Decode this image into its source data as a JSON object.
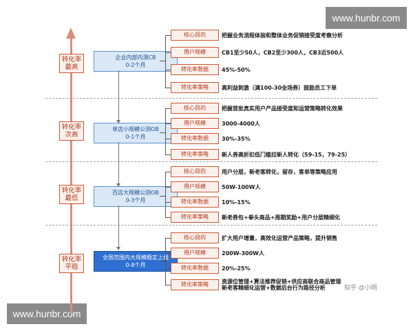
{
  "watermarks": {
    "top": "www.hunbr.com",
    "bottom": "www.hunbr.com"
  },
  "credit": "知乎 @小明",
  "stages": [
    {
      "rate_label": "转化率\n最高",
      "stage_title": "企业内部内测CB",
      "stage_duration": "0-2个月",
      "items": [
        {
          "label": "核心目的",
          "text": "把握业务流程体验和整体业务促销接受度考察分析"
        },
        {
          "label": "用户规模",
          "text": "CB1至少50人，CB2至少300人，CB3近500人"
        },
        {
          "label": "转化率数据",
          "text": "45%-50%"
        },
        {
          "label": "转化率策略",
          "text": "高利益刺激（满100-30全场券）鼓励员工下单"
        }
      ]
    },
    {
      "rate_label": "转化率\n次高",
      "stage_title": "单店小规模公测OB",
      "stage_duration": "0-1个月",
      "items": [
        {
          "label": "核心目的",
          "text": "把握首批真实用户产品接受度和运营策略转化效果"
        },
        {
          "label": "用户规模",
          "text": "3000-4000人"
        },
        {
          "label": "转化率数据",
          "text": "30%-35%"
        },
        {
          "label": "转化率策略",
          "text": "新人券高折扣低门槛拉新人转化（59-15，79-25）"
        }
      ]
    },
    {
      "rate_label": "转化率\n最低",
      "stage_title": "百店大规模公测OB",
      "stage_duration": "0-3个月",
      "items": [
        {
          "label": "核心目的",
          "text": "用户分层，新老客转化，留存，客单等策略应用"
        },
        {
          "label": "用户规模",
          "text": "50W-100W人"
        },
        {
          "label": "转化率数据",
          "text": "10%-15%"
        },
        {
          "label": "转化率策略",
          "text": "新老券包+拳头商品+周期奖励+用户分层精细化"
        }
      ]
    },
    {
      "rate_label": "转化率\n平稳",
      "stage_title": "全国范围内大规模稳定上线",
      "stage_duration": "0-8个月",
      "items": [
        {
          "label": "核心目的",
          "text": "扩大用户增量，高效化运营产品策略，提升销售"
        },
        {
          "label": "用户规模",
          "text": "200W-300W人"
        },
        {
          "label": "转化率数据",
          "text": "20%-25%"
        },
        {
          "label": "转化率策略",
          "text": "资源位管理+算法推荐促销+供应商联合商品管理\n新老客精细化运营+数据后台行为路径分析"
        }
      ]
    }
  ]
}
